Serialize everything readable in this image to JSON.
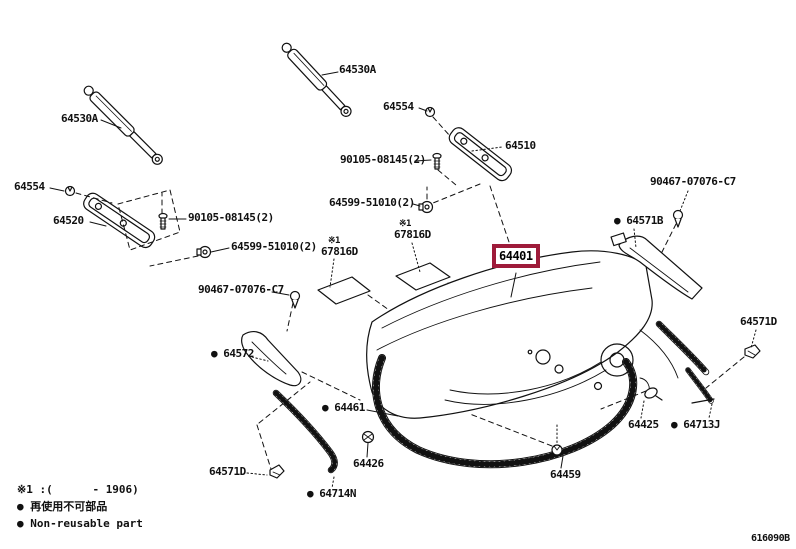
{
  "diagram": {
    "figure_code": "616090B",
    "highlighted_part": "64401",
    "highlight_color": "#9e1b3a",
    "line_color": "#111111",
    "legend": {
      "note1": "※1 :(      - 1906)",
      "nonreusable_jp": "● 再使用不可部品",
      "nonreusable_en": "● Non-reusable part"
    },
    "labels": {
      "s64530a_left": {
        "text": "64530A"
      },
      "s64530a_right": {
        "text": "64530A"
      },
      "s64554_top": {
        "text": "64554"
      },
      "s64510": {
        "text": "64510"
      },
      "s90105_top": {
        "text": "90105-08145(2)"
      },
      "s64554_left": {
        "text": "64554"
      },
      "s90105_left": {
        "text": "90105-08145(2)"
      },
      "s64520": {
        "text": "64520"
      },
      "s64599_mid": {
        "text": "64599-51010(2)"
      },
      "s64599_left": {
        "text": "64599-51010(2)"
      },
      "s90467_right": {
        "text": "90467-07076-C7"
      },
      "s64571b": {
        "text": "● 64571B"
      },
      "star1_right": {
        "text": "※1"
      },
      "s67816d_right": {
        "text": "67816D"
      },
      "star1_left": {
        "text": "※1"
      },
      "s67816d_left": {
        "text": "67816D"
      },
      "s64401": {
        "text": "64401"
      },
      "s90467_left": {
        "text": "90467-07076-C7"
      },
      "s64572": {
        "text": "● 64572"
      },
      "s64571d_right": {
        "text": "64571D"
      },
      "s64461": {
        "text": "● 64461"
      },
      "s64426": {
        "text": "64426"
      },
      "s64571d_left": {
        "text": "64571D"
      },
      "s64714n": {
        "text": "● 64714N"
      },
      "s64425": {
        "text": "64425"
      },
      "s64713j": {
        "text": "● 64713J"
      },
      "s64459": {
        "text": "64459"
      }
    }
  }
}
